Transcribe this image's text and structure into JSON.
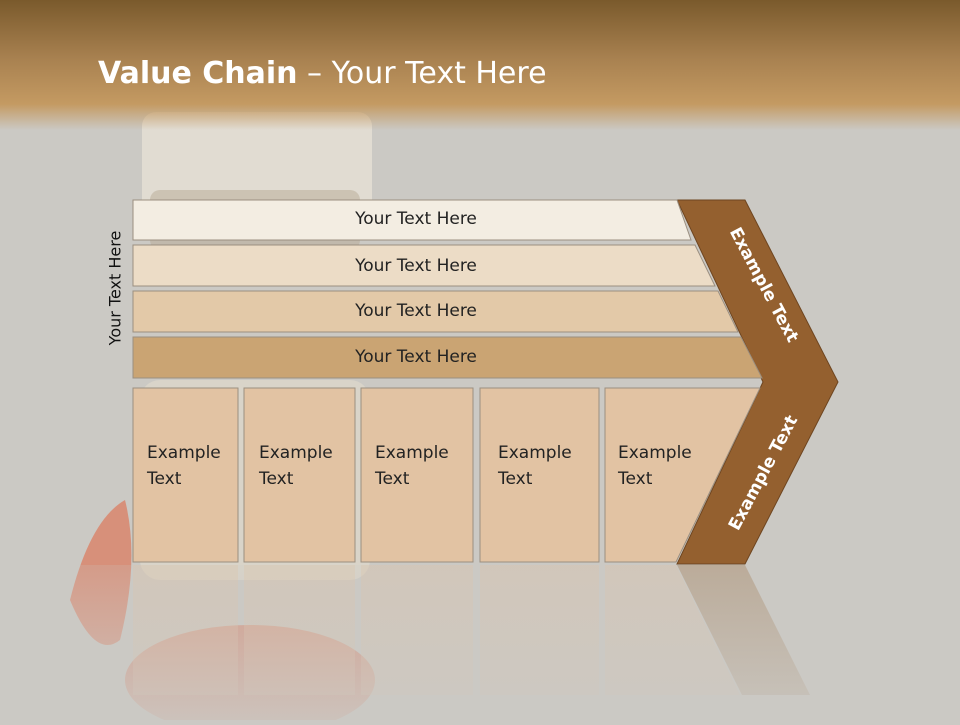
{
  "slide": {
    "title_bold": "Value Chain",
    "title_rest": " – Your Text Here",
    "side_label": "Your Text Here"
  },
  "bars": [
    {
      "label": "Your Text Here",
      "color": "#f3ede2"
    },
    {
      "label": "Your Text Here",
      "color": "#ecdcc6"
    },
    {
      "label": "Your Text Here",
      "color": "#e3c9a8"
    },
    {
      "label": "Your Text Here",
      "color": "#caa473"
    }
  ],
  "boxes": [
    {
      "line1": "Example",
      "line2": "Text"
    },
    {
      "line1": "Example",
      "line2": "Text"
    },
    {
      "line1": "Example",
      "line2": "Text"
    },
    {
      "line1": "Example",
      "line2": "Text"
    },
    {
      "line1": "Example",
      "line2": "Text"
    }
  ],
  "chevron": {
    "upper_label": "Example Text",
    "lower_label": "Example Text",
    "color": "#94602f"
  },
  "colors": {
    "box_fill": "#e2c3a3",
    "title_bar": "#a88150",
    "background": "#cbc9c4"
  }
}
